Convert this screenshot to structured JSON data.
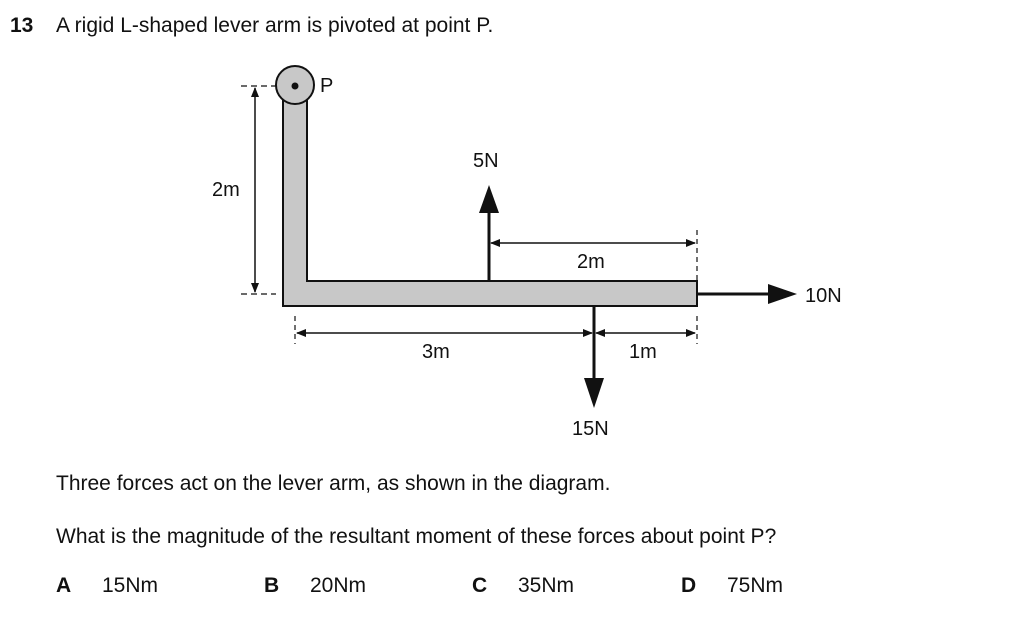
{
  "question": {
    "number": "13",
    "stem": "A rigid L-shaped lever arm is pivoted at point P.",
    "intro": "Three forces act on the lever arm, as shown in the diagram.",
    "prompt": "What is the magnitude of the resultant moment of these forces about point P?"
  },
  "diagram": {
    "pivot_label": "P",
    "vertical_arm_length": "2m",
    "dim_3m": "3m",
    "dim_2m": "2m",
    "dim_1m": "1m",
    "force_up": "5N",
    "force_down": "15N",
    "force_right": "10N",
    "arm_fill": "#c8c8c8"
  },
  "options": [
    {
      "letter": "A",
      "text": "15Nm"
    },
    {
      "letter": "B",
      "text": "20Nm"
    },
    {
      "letter": "C",
      "text": "35Nm"
    },
    {
      "letter": "D",
      "text": "75Nm"
    }
  ]
}
